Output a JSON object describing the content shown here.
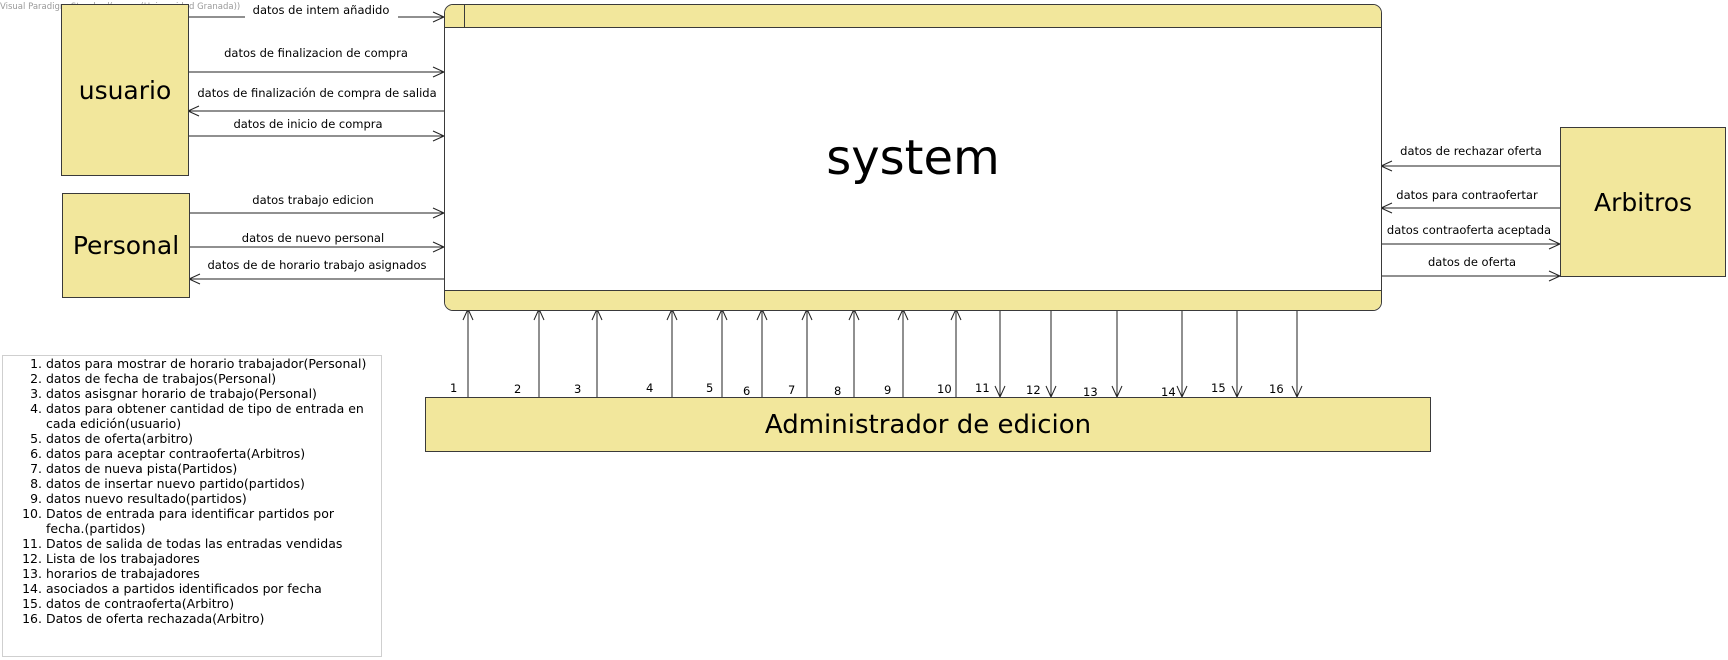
{
  "watermark": "Visual Paradigm Standard(venrra(Universidad Granada))",
  "system": {
    "title": "system"
  },
  "entities": {
    "usuario": "usuario",
    "personal": "Personal",
    "arbitros": "Arbitros",
    "administrador": "Administrador de edicion"
  },
  "flows": [
    {
      "id": "f1",
      "label": "datos de intem añadido",
      "from": "usuario",
      "to": "system"
    },
    {
      "id": "f2",
      "label": "datos de finalizacion de compra",
      "from": "usuario",
      "to": "system"
    },
    {
      "id": "f3",
      "label": "datos de finalización de compra de salida",
      "from": "system",
      "to": "usuario"
    },
    {
      "id": "f4",
      "label": "datos de inicio de compra",
      "from": "usuario",
      "to": "system"
    },
    {
      "id": "f5",
      "label": "datos trabajo edicion",
      "from": "Personal",
      "to": "system"
    },
    {
      "id": "f6",
      "label": "datos de nuevo personal",
      "from": "Personal",
      "to": "system"
    },
    {
      "id": "f7",
      "label": "datos de de horario trabajo asignados",
      "from": "system",
      "to": "Personal"
    },
    {
      "id": "f8",
      "label": "datos de rechazar oferta",
      "from": "Arbitros",
      "to": "system"
    },
    {
      "id": "f9",
      "label": "datos para contraofertar",
      "from": "Arbitros",
      "to": "system"
    },
    {
      "id": "f10",
      "label": "datos contraoferta aceptada",
      "from": "system",
      "to": "Arbitros"
    },
    {
      "id": "f11",
      "label": "datos de oferta",
      "from": "system",
      "to": "Arbitros"
    }
  ],
  "admin_flows": [
    {
      "num": "1",
      "direction": "up"
    },
    {
      "num": "2",
      "direction": "up"
    },
    {
      "num": "3",
      "direction": "up"
    },
    {
      "num": "4",
      "direction": "up"
    },
    {
      "num": "5",
      "direction": "up"
    },
    {
      "num": "6",
      "direction": "up"
    },
    {
      "num": "7",
      "direction": "up"
    },
    {
      "num": "8",
      "direction": "up"
    },
    {
      "num": "9",
      "direction": "up"
    },
    {
      "num": "10",
      "direction": "up"
    },
    {
      "num": "11",
      "direction": "down"
    },
    {
      "num": "12",
      "direction": "down"
    },
    {
      "num": "13",
      "direction": "down"
    },
    {
      "num": "14",
      "direction": "down"
    },
    {
      "num": "15",
      "direction": "down"
    },
    {
      "num": "16",
      "direction": "down"
    }
  ],
  "legend": [
    "datos para mostrar de horario trabajador(Personal)",
    "datos de fecha de trabajos(Personal)",
    "datos asisgnar horario de trabajo(Personal)",
    "datos para obtener cantidad de tipo de entrada en cada edición(usuario)",
    "datos de oferta(arbitro)",
    "datos para aceptar contraoferta(Arbitros)",
    "datos de nueva pista(Partidos)",
    "datos de insertar nuevo partido(partidos)",
    "datos nuevo resultado(partidos)",
    "Datos de entrada para identificar partidos por fecha.(partidos)",
    "Datos de salida de todas las entradas vendidas",
    "Lista de los trabajadores",
    "horarios de trabajadores",
    "asociados a partidos identificados por fecha",
    "datos de contraoferta(Arbitro)",
    "Datos de oferta rechazada(Arbitro)"
  ]
}
